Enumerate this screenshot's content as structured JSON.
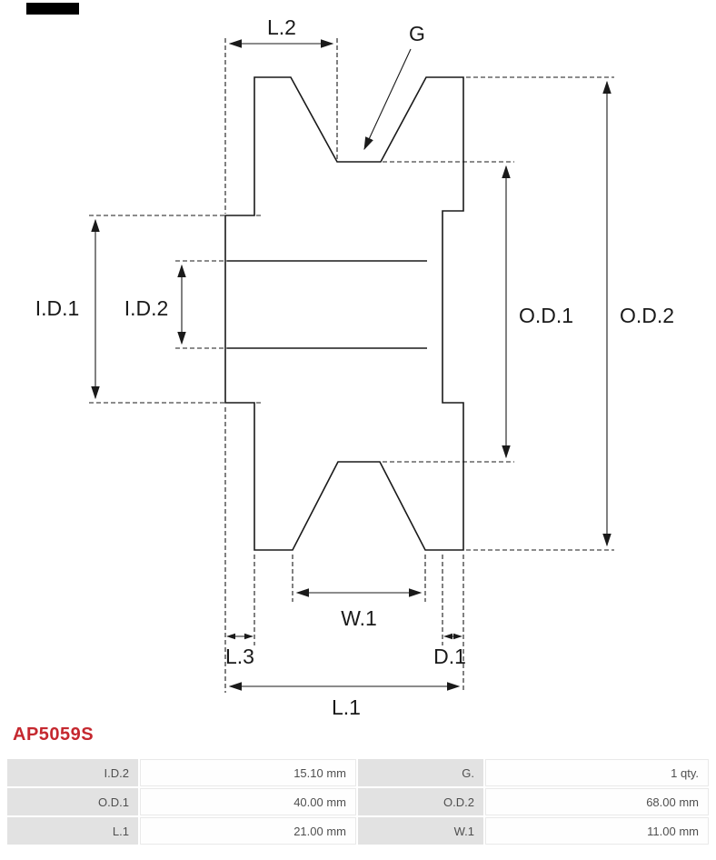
{
  "product": {
    "code": "AP5059S",
    "code_color": "#c5282f"
  },
  "diagram": {
    "labels": {
      "L2": "L.2",
      "G": "G",
      "ID1": "I.D.1",
      "ID2": "I.D.2",
      "OD1": "O.D.1",
      "OD2": "O.D.2",
      "W1": "W.1",
      "L3": "L.3",
      "D1": "D.1",
      "L1": "L.1"
    }
  },
  "specs": {
    "rows": [
      {
        "cells": [
          {
            "label": "I.D.2",
            "value": "15.10 mm"
          },
          {
            "label": "G.",
            "value": "1 qty."
          }
        ]
      },
      {
        "cells": [
          {
            "label": "O.D.1",
            "value": "40.00 mm"
          },
          {
            "label": "O.D.2",
            "value": "68.00 mm"
          }
        ]
      },
      {
        "cells": [
          {
            "label": "L.1",
            "value": "21.00 mm"
          },
          {
            "label": "W.1",
            "value": "11.00 mm"
          }
        ]
      }
    ]
  }
}
